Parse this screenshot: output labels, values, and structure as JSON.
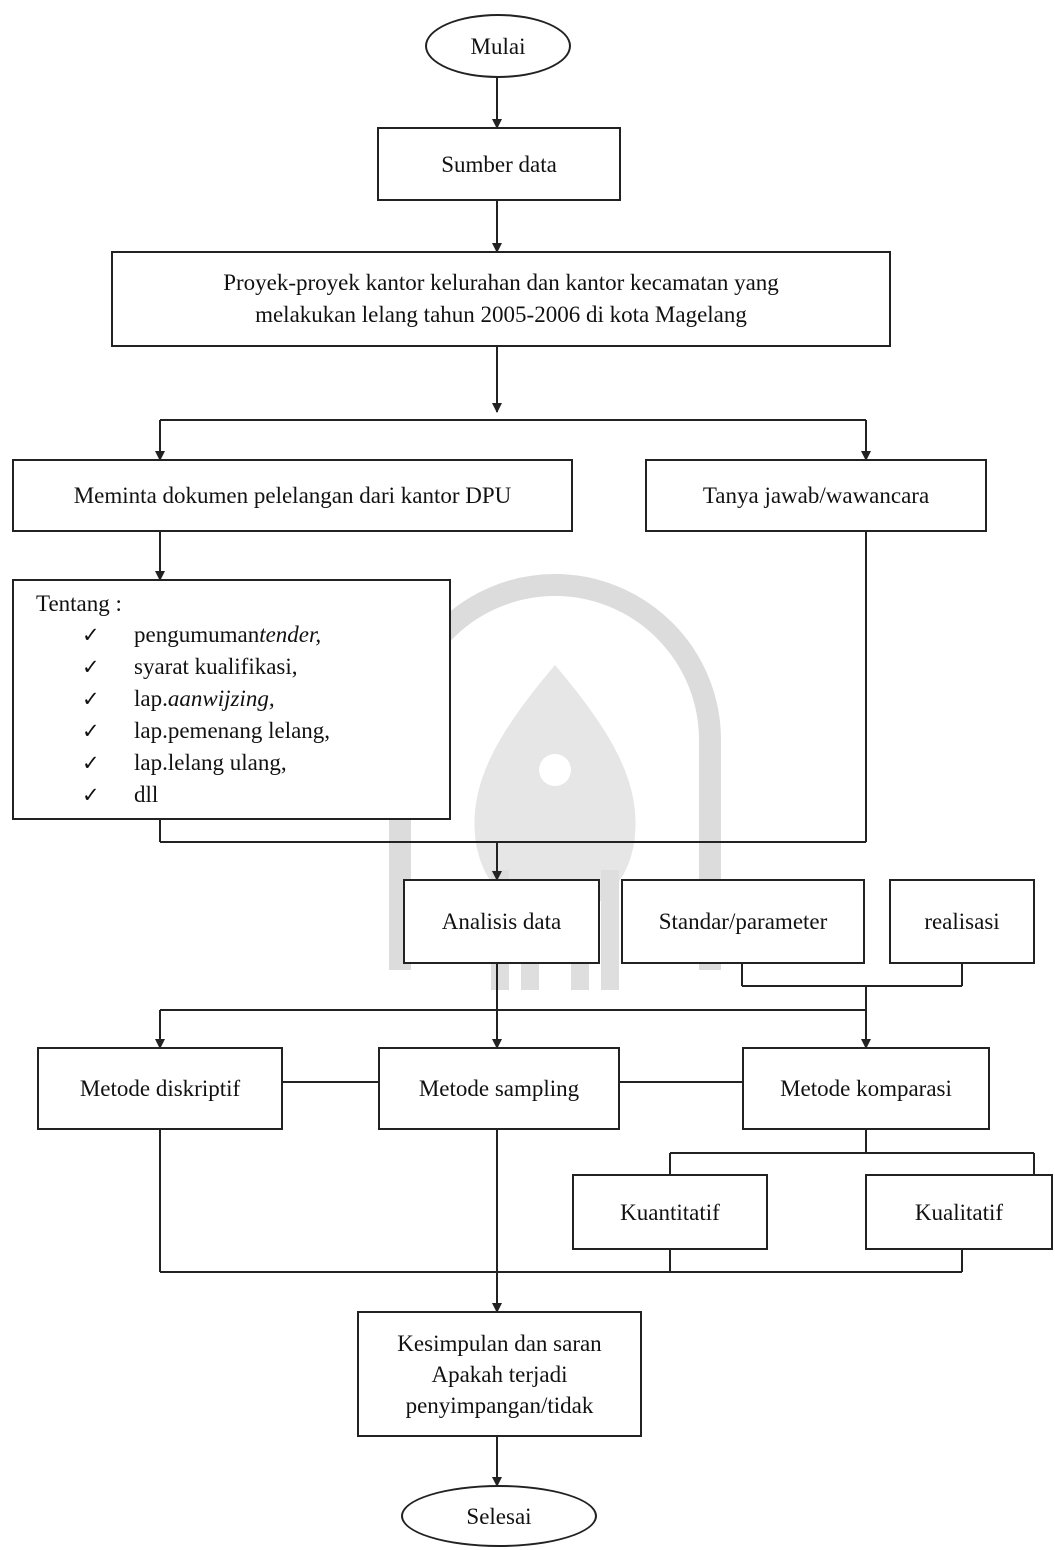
{
  "start": "Mulai",
  "source": "Sumber data",
  "projects": {
    "line1": "Proyek-proyek kantor kelurahan dan kantor kecamatan yang",
    "line2": "melakukan lelang tahun 2005-2006 di kota Magelang"
  },
  "request_docs": "Meminta dokumen pelelangan dari kantor DPU",
  "interview": "Tanya jawab/wawancara",
  "topics": {
    "title": "Tentang :",
    "items": [
      {
        "prefix": "pengumuman ",
        "italic": "tender,",
        "suffix": ""
      },
      {
        "prefix": "syarat kualifikasi,",
        "italic": "",
        "suffix": ""
      },
      {
        "prefix": "lap.",
        "italic": "aanwijzing,",
        "suffix": ""
      },
      {
        "prefix": "lap.pemenang lelang,",
        "italic": "",
        "suffix": ""
      },
      {
        "prefix": "lap.lelang ulang,",
        "italic": "",
        "suffix": ""
      },
      {
        "prefix": "dll",
        "italic": "",
        "suffix": ""
      }
    ]
  },
  "analysis": "Analisis data",
  "standard": "Standar/parameter",
  "realization": "realisasi",
  "descriptive": "Metode diskriptif",
  "sampling": "Metode sampling",
  "comparison": "Metode komparasi",
  "quantitative": "Kuantitatif",
  "qualitative": "Kualitatif",
  "conclusion": {
    "line1": "Kesimpulan dan saran",
    "line2": "Apakah terjadi",
    "line3": "penyimpangan/tidak"
  },
  "end": "Selesai",
  "colors": {
    "line": "#222222",
    "watermark": "#d9d9d9"
  },
  "watermark_icon": "university-seal-watermark"
}
